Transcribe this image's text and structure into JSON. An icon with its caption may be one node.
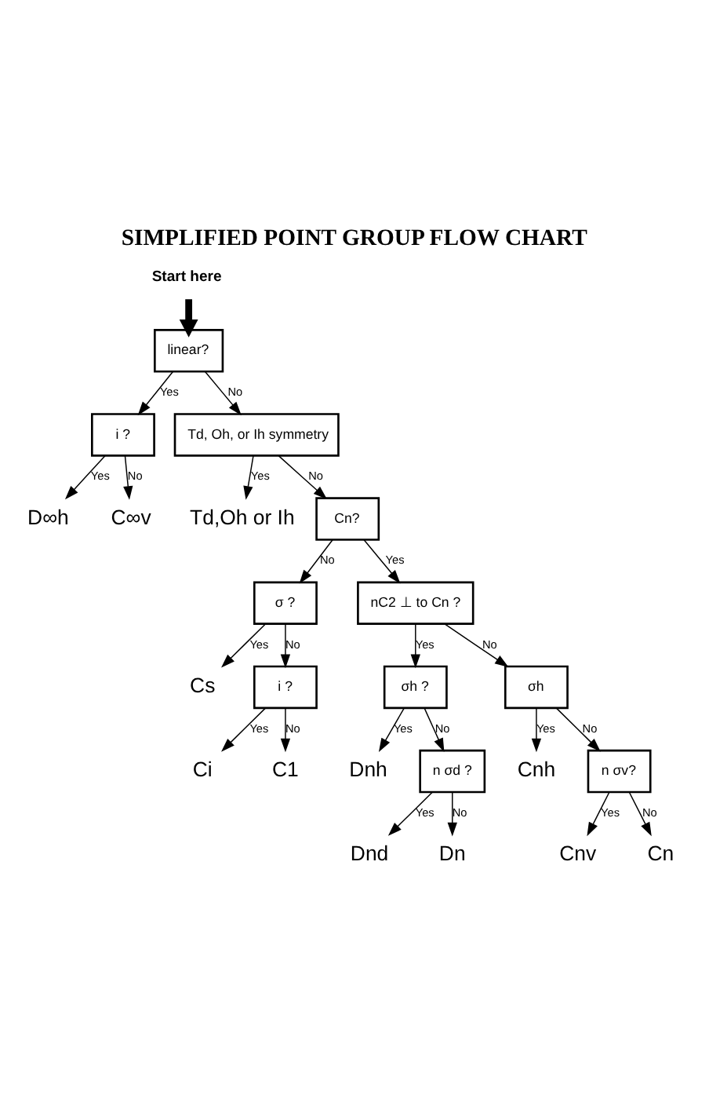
{
  "diagram": {
    "title": "SIMPLIFIED POINT GROUP FLOW CHART",
    "nodes": [
      {
        "text": [
          "Start here"
        ]
      },
      {
        "text": [
          "linear?"
        ]
      },
      {
        "text": [
          "i ?"
        ]
      },
      {
        "text": [
          "D∞h"
        ]
      },
      {
        "text": [
          "C∞v"
        ]
      },
      {
        "text": [
          "Td, Oh, or Ih symmetry"
        ]
      },
      {
        "text": [
          "Td,Oh or Ih"
        ]
      },
      {
        "text": [
          "Cn?"
        ]
      },
      {
        "text": [
          "σ ?"
        ]
      },
      {
        "text": [
          "Cs"
        ]
      },
      {
        "text": [
          "i ?"
        ]
      },
      {
        "text": [
          "Ci"
        ]
      },
      {
        "text": [
          "C1"
        ]
      },
      {
        "text": [
          "nC2 ⊥ to Cn ?"
        ]
      },
      {
        "text": [
          "σh ?"
        ]
      },
      {
        "text": [
          "Dnh"
        ]
      },
      {
        "text": [
          "n σd ?"
        ]
      },
      {
        "text": [
          "Dnd"
        ]
      },
      {
        "text": [
          "Dn"
        ]
      },
      {
        "text": [
          "σh"
        ]
      },
      {
        "text": [
          "Cnh"
        ]
      },
      {
        "text": [
          "n σv?"
        ]
      },
      {
        "text": [
          "Cnv"
        ]
      },
      {
        "text": [
          "Cn"
        ]
      }
    ],
    "edges": [
      {
        "from": 0,
        "to": 1,
        "arrow": "to",
        "style": "thick"
      },
      {
        "from": 1,
        "to": 2,
        "arrow": "to",
        "label": "Yes"
      },
      {
        "from": 2,
        "to": 3,
        "arrow": "to",
        "label": "Yes"
      },
      {
        "from": 2,
        "to": 4,
        "arrow": "to",
        "label": "No"
      },
      {
        "from": 1,
        "to": 5,
        "arrow": "to",
        "label": "No"
      },
      {
        "from": 5,
        "to": 6,
        "arrow": "to",
        "label": "Yes"
      },
      {
        "from": 5,
        "to": 7,
        "arrow": "to",
        "label": "No"
      },
      {
        "from": 7,
        "to": 8,
        "arrow": "to",
        "label": "No"
      },
      {
        "from": 8,
        "to": 9,
        "arrow": "to",
        "label": "Yes"
      },
      {
        "from": 8,
        "to": 10,
        "arrow": "to",
        "label": "No"
      },
      {
        "from": 10,
        "to": 11,
        "arrow": "to",
        "label": "Yes"
      },
      {
        "from": 10,
        "to": 12,
        "arrow": "to",
        "label": "No"
      },
      {
        "from": 7,
        "to": 13,
        "arrow": "to",
        "label": "Yes"
      },
      {
        "from": 13,
        "to": 14,
        "arrow": "to",
        "label": "Yes"
      },
      {
        "from": 14,
        "to": 15,
        "arrow": "to",
        "label": "Yes"
      },
      {
        "from": 14,
        "to": 16,
        "arrow": "to",
        "label": "No"
      },
      {
        "from": 16,
        "to": 17,
        "arrow": "to",
        "label": "Yes"
      },
      {
        "from": 16,
        "to": 18,
        "arrow": "to",
        "label": "No"
      },
      {
        "from": 13,
        "to": 19,
        "arrow": "to",
        "label": "No"
      },
      {
        "from": 19,
        "to": 20,
        "arrow": "to",
        "label": "Yes"
      },
      {
        "from": 19,
        "to": 21,
        "arrow": "to",
        "label": "No"
      },
      {
        "from": 21,
        "to": 22,
        "arrow": "to",
        "label": "Yes"
      },
      {
        "from": 21,
        "to": 23,
        "arrow": "to",
        "label": "No"
      }
    ]
  }
}
